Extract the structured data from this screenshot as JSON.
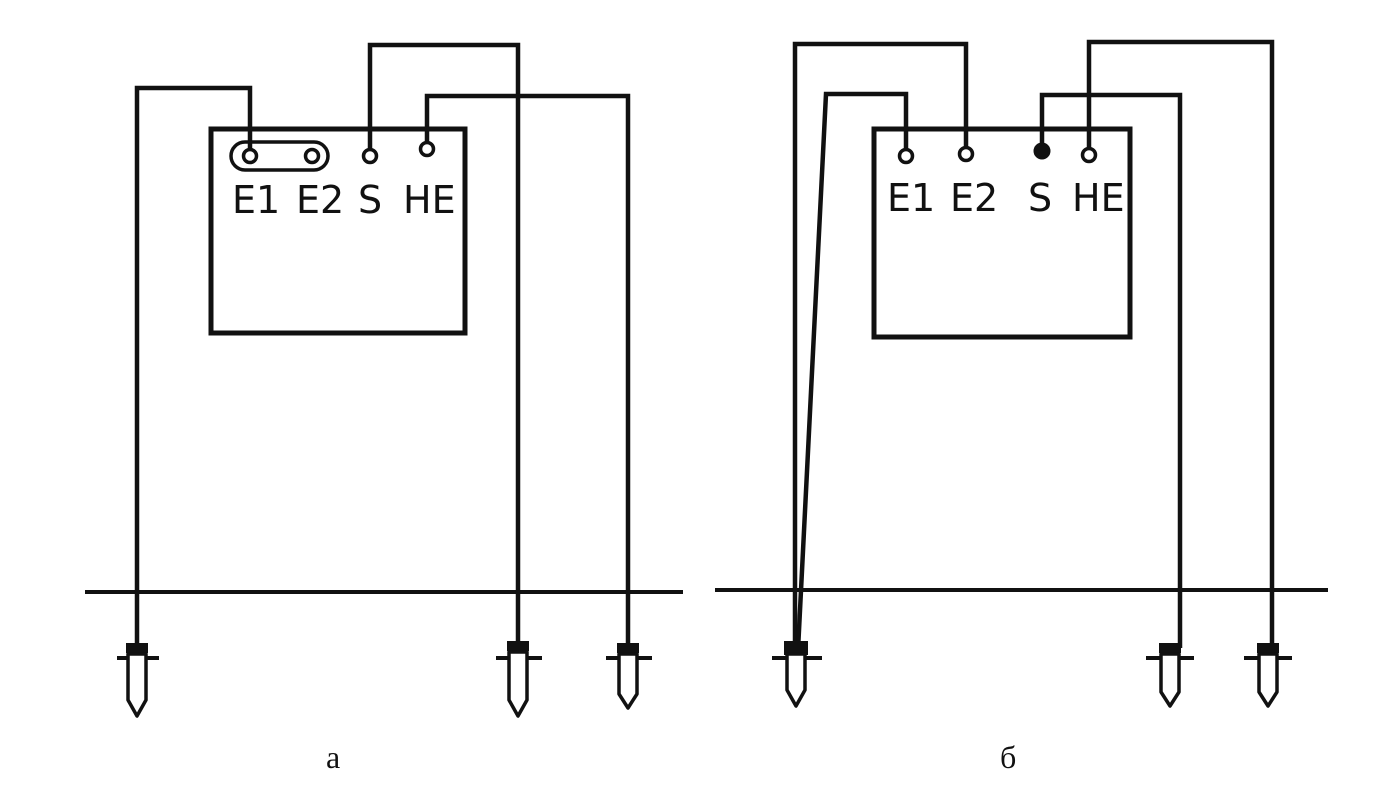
{
  "diagram_a": {
    "caption": "а",
    "terminals": {
      "e1": "E1",
      "e2": "E2",
      "s": "S",
      "he": "HE"
    },
    "e1_e2_jumpered": true
  },
  "diagram_b": {
    "caption": "б",
    "terminals": {
      "e1": "E1",
      "e2": "E2",
      "s": "S",
      "he": "HE"
    },
    "e1_e2_jumpered": false
  }
}
